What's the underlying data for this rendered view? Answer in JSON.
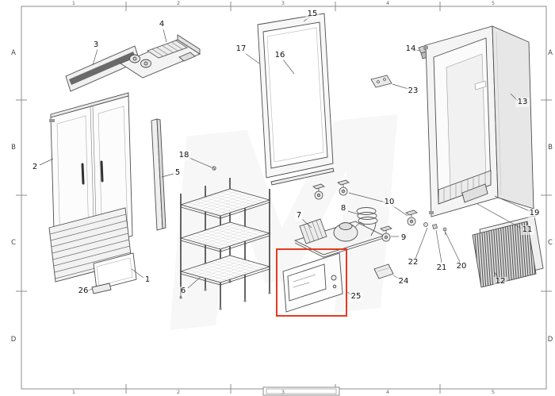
{
  "sheet": {
    "watermark": "M",
    "zones": {
      "rows": [
        "A",
        "B",
        "C",
        "D"
      ],
      "cols": [
        "1",
        "2",
        "3",
        "4",
        "5"
      ]
    }
  },
  "diagram": {
    "type": "exploded-parts-drawing",
    "subject": "two-door reach-in refrigerator",
    "highlight": {
      "part": "25",
      "color": "#e8391d"
    },
    "callouts": [
      "1",
      "2",
      "3",
      "4",
      "5",
      "6",
      "7",
      "8",
      "9",
      "10",
      "11",
      "12",
      "13",
      "14",
      "15",
      "16",
      "17",
      "18",
      "19",
      "20",
      "21",
      "22",
      "23",
      "24",
      "25",
      "26"
    ]
  }
}
